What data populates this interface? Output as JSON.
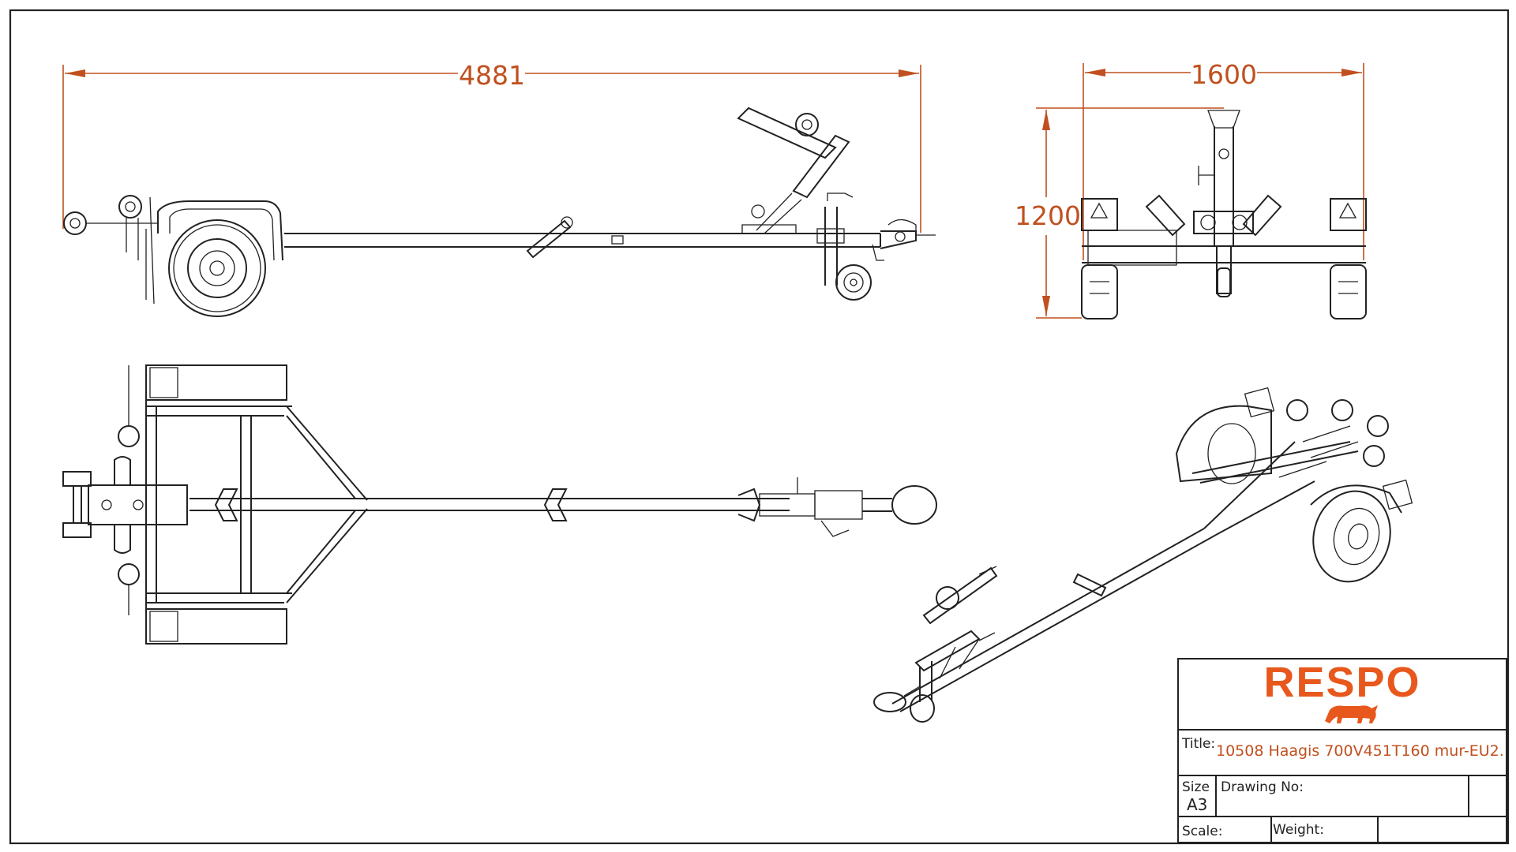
{
  "dimensions": {
    "overall_length": "4881",
    "overall_width": "1600",
    "overall_height": "1200"
  },
  "title_block": {
    "logo_text": "RESPO",
    "title_label": "Title:",
    "title_value": "10508 Haagis 700V451T160 mur-EU2.",
    "size_label": "Size",
    "size_value": "A3",
    "drawing_no_label": "Drawing No:",
    "scale_label": "Scale:",
    "weight_label": "Weight:"
  },
  "colors": {
    "accent": "#e8581c",
    "dimension": "#c0501f",
    "line": "#222222"
  },
  "icons": [
    "respo-bull-icon"
  ]
}
